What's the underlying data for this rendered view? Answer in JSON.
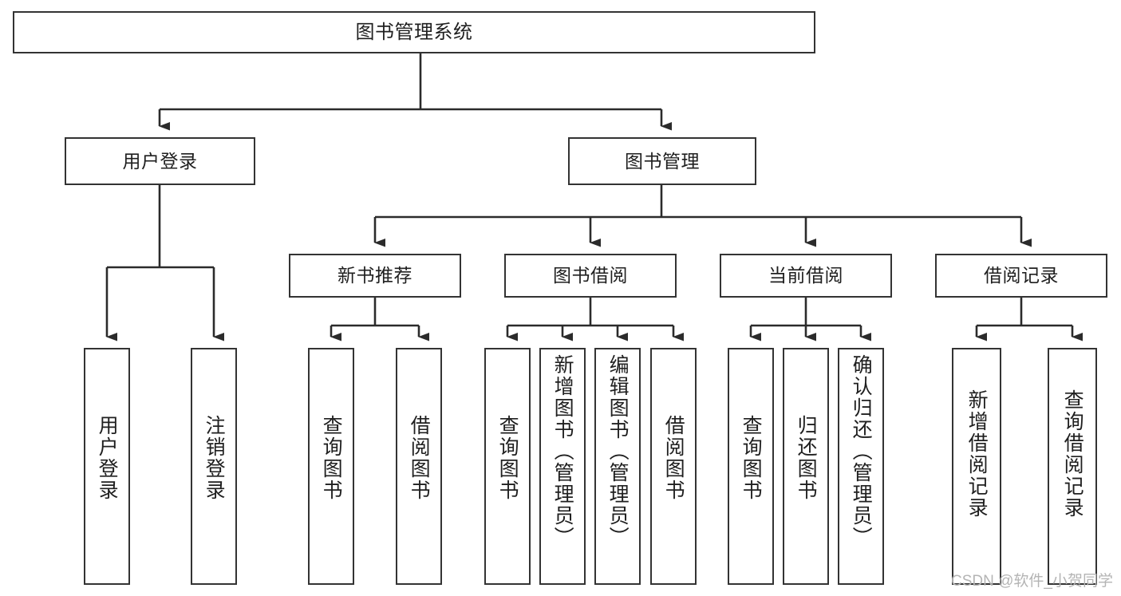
{
  "diagram": {
    "type": "tree",
    "title": "图书管理系统",
    "orientation": "top-down",
    "line_color": "#333333",
    "box_fill": "#ffffff",
    "text_color": "#1f1f1f",
    "levels": 4,
    "root": {
      "label": "图书管理系统",
      "children": [
        {
          "label": "用户登录",
          "children": [
            {
              "label": "用户登录"
            },
            {
              "label": "注销登录"
            }
          ]
        },
        {
          "label": "图书管理",
          "children": [
            {
              "label": "新书推荐",
              "children": [
                {
                  "label": "查询图书"
                },
                {
                  "label": "借阅图书"
                }
              ]
            },
            {
              "label": "图书借阅",
              "children": [
                {
                  "label": "查询图书"
                },
                {
                  "label": "新增图书（管理员）"
                },
                {
                  "label": "编辑图书（管理员）"
                },
                {
                  "label": "借阅图书"
                }
              ]
            },
            {
              "label": "当前借阅",
              "children": [
                {
                  "label": "查询图书"
                },
                {
                  "label": "归还图书"
                },
                {
                  "label": "确认归还（管理员）"
                }
              ]
            },
            {
              "label": "借阅记录",
              "children": [
                {
                  "label": "新增借阅记录"
                },
                {
                  "label": "查询借阅记录"
                }
              ]
            }
          ]
        }
      ]
    }
  },
  "nodes": {
    "root": "图书管理系统",
    "l2_user_login": "用户登录",
    "l2_book_mgmt": "图书管理",
    "l3_new_book_rec": "新书推荐",
    "l3_book_borrow": "图书借阅",
    "l3_current_borrow": "当前借阅",
    "l3_borrow_record": "借阅记录",
    "leaf_user_login": "用户登录",
    "leaf_user_logout": "注销登录",
    "leaf_rec_query_book": "查询图书",
    "leaf_rec_borrow_book": "借阅图书",
    "leaf_borrow_query_book": "查询图书",
    "leaf_borrow_add_book": "新增图书（管理员）",
    "leaf_borrow_edit_book": "编辑图书（管理员）",
    "leaf_borrow_borrow_book": "借阅图书",
    "leaf_cur_query_book": "查询图书",
    "leaf_cur_return_book": "归还图书",
    "leaf_cur_confirm_return": "确认归还（管理员）",
    "leaf_rec_add_record": "新增借阅记录",
    "leaf_rec_query_record": "查询借阅记录"
  },
  "watermark": {
    "text": "CSDN @软件_小贺同学"
  }
}
